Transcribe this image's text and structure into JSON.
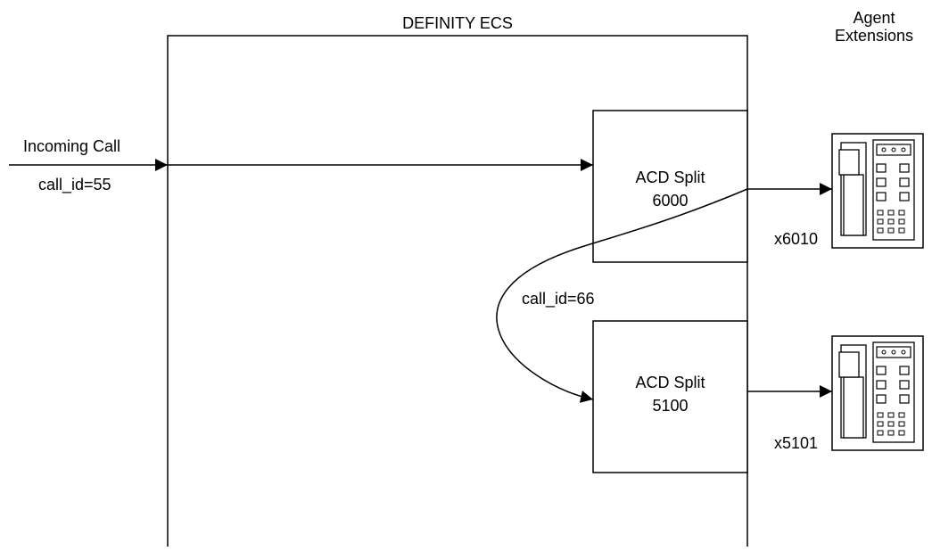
{
  "diagram": {
    "switch_label": "DEFINITY ECS",
    "agent_header_line1": "Agent",
    "agent_header_line2": "Extensions",
    "incoming_label": "Incoming Call",
    "incoming_call_id": "call_id=55",
    "transfer_call_id": "call_id=66",
    "splits": [
      {
        "line1": "ACD Split",
        "line2": "6000"
      },
      {
        "line1": "ACD Split",
        "line2": "5100"
      }
    ],
    "extensions": [
      {
        "label": "x6010",
        "phone_icon": "telephone-set-icon"
      },
      {
        "label": "x5101",
        "phone_icon": "telephone-set-icon"
      }
    ]
  }
}
